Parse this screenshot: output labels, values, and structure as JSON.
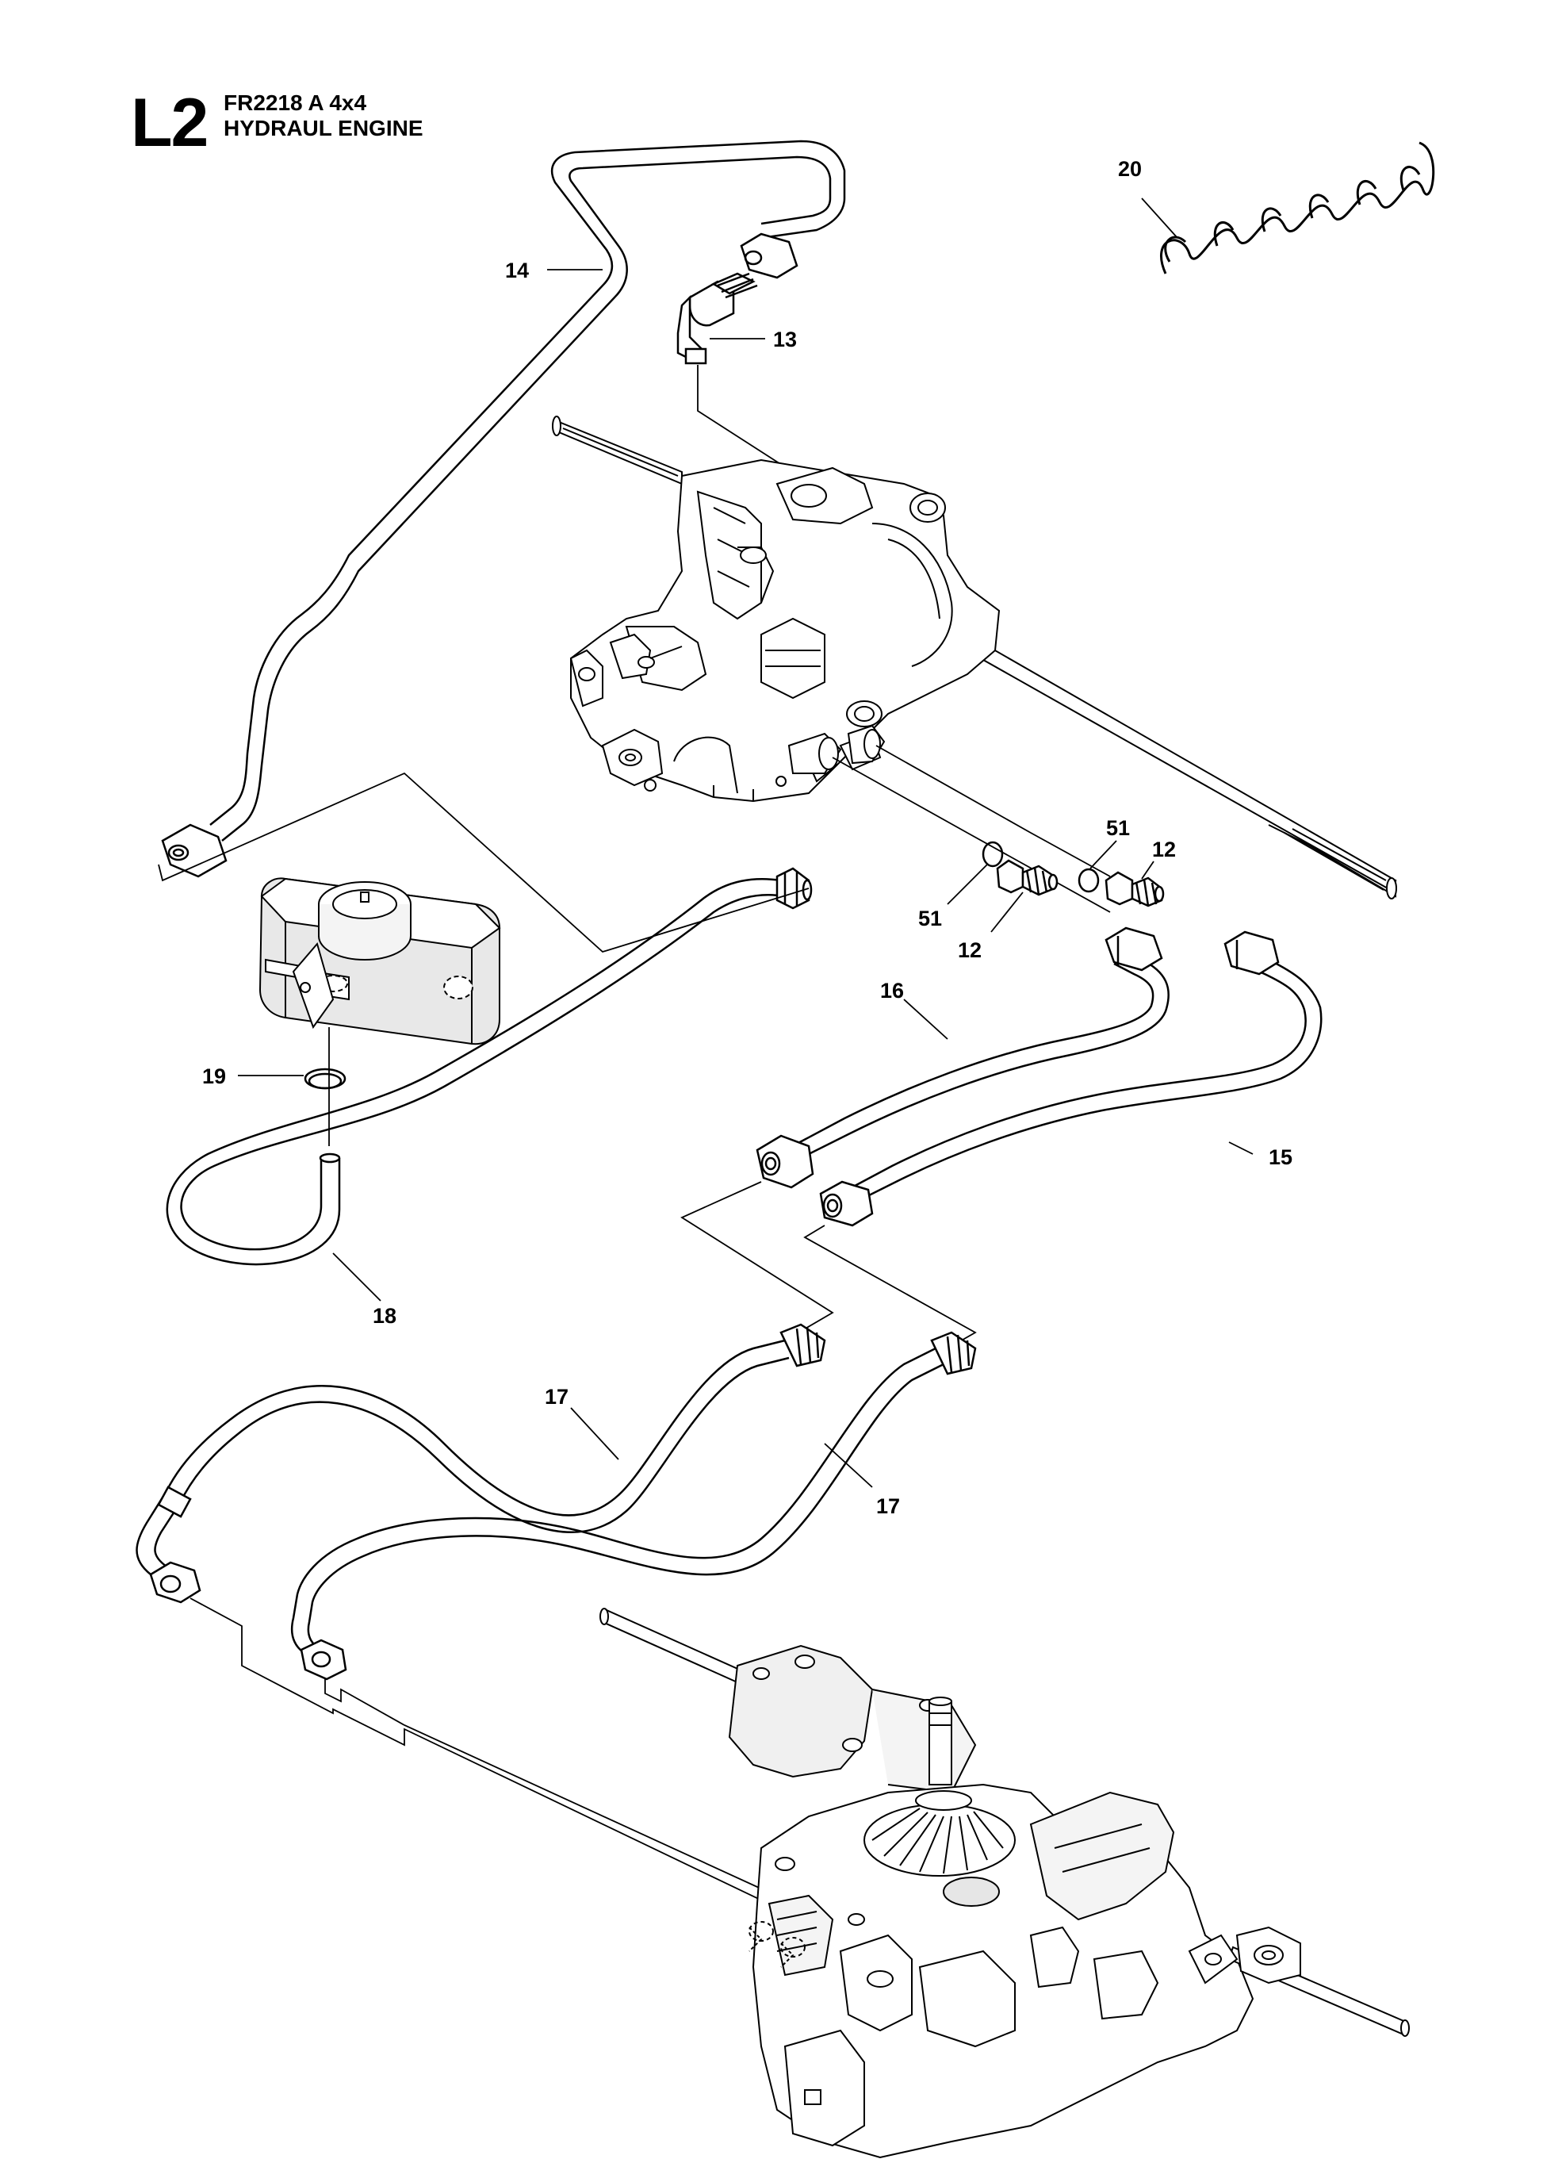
{
  "header": {
    "code": "L2",
    "model": "FR2218 A 4x4",
    "name": "HYDRAUL ENGINE"
  },
  "callouts": {
    "c20": "20",
    "c14": "14",
    "c13": "13",
    "c51a": "51",
    "c12a": "12",
    "c51b": "51",
    "c12b": "12",
    "c16": "16",
    "c19": "19",
    "c15": "15",
    "c18": "18",
    "c17a": "17",
    "c17b": "17"
  },
  "colors": {
    "line": "#000000",
    "part_fill": "#ffffff",
    "shade": "#e6e6e6"
  }
}
